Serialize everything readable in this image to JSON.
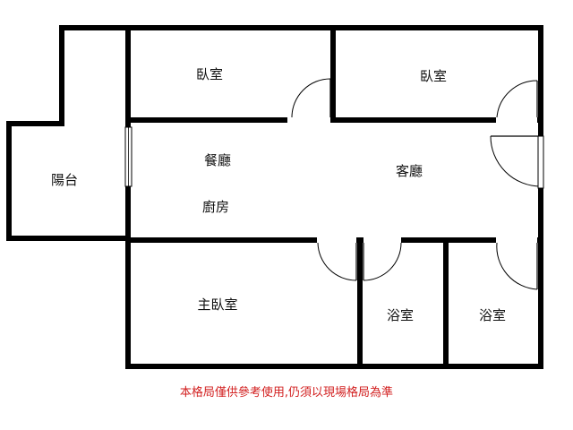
{
  "rooms": {
    "bedroom_left": "臥室",
    "bedroom_right": "臥室",
    "balcony": "陽台",
    "dining": "餐廳",
    "living": "客廳",
    "kitchen": "廚房",
    "master_bedroom": "主臥室",
    "bathroom_1": "浴室",
    "bathroom_2": "浴室"
  },
  "disclaimer": "本格局僅供參考使用,仍須以現場格局為準",
  "colors": {
    "wall": "#000000",
    "disclaimer": "#d21f1f",
    "background": "#ffffff"
  }
}
